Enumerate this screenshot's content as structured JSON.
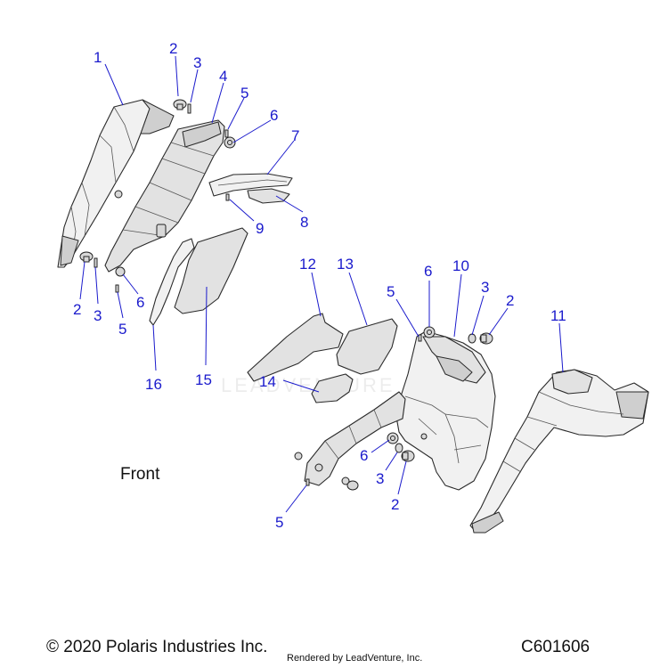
{
  "callouts": {
    "c1": "1",
    "c2a": "2",
    "c3a": "3",
    "c4": "4",
    "c5a": "5",
    "c6a": "6",
    "c7": "7",
    "c8": "8",
    "c9": "9",
    "c2b": "2",
    "c3b": "3",
    "c6b": "6",
    "c5b": "5",
    "c16": "16",
    "c15": "15",
    "c12": "12",
    "c13": "13",
    "c14": "14",
    "c5c": "5",
    "c6c": "6",
    "c10": "10",
    "c3c": "3",
    "c2c": "2",
    "c11": "11",
    "c6d": "6",
    "c3d": "3",
    "c2d": "2",
    "c5d": "5"
  },
  "front_label": "Front",
  "watermark": "LEADVENTURE",
  "footer": {
    "copyright": "© 2020 Polaris Industries Inc.",
    "rendered_by": "Rendered by LeadVenture, Inc.",
    "diagram_code": "C601606"
  },
  "colors": {
    "callout": "#1a1acc",
    "part_fill": "#e2e2e2",
    "outline": "#2a2a2a"
  }
}
